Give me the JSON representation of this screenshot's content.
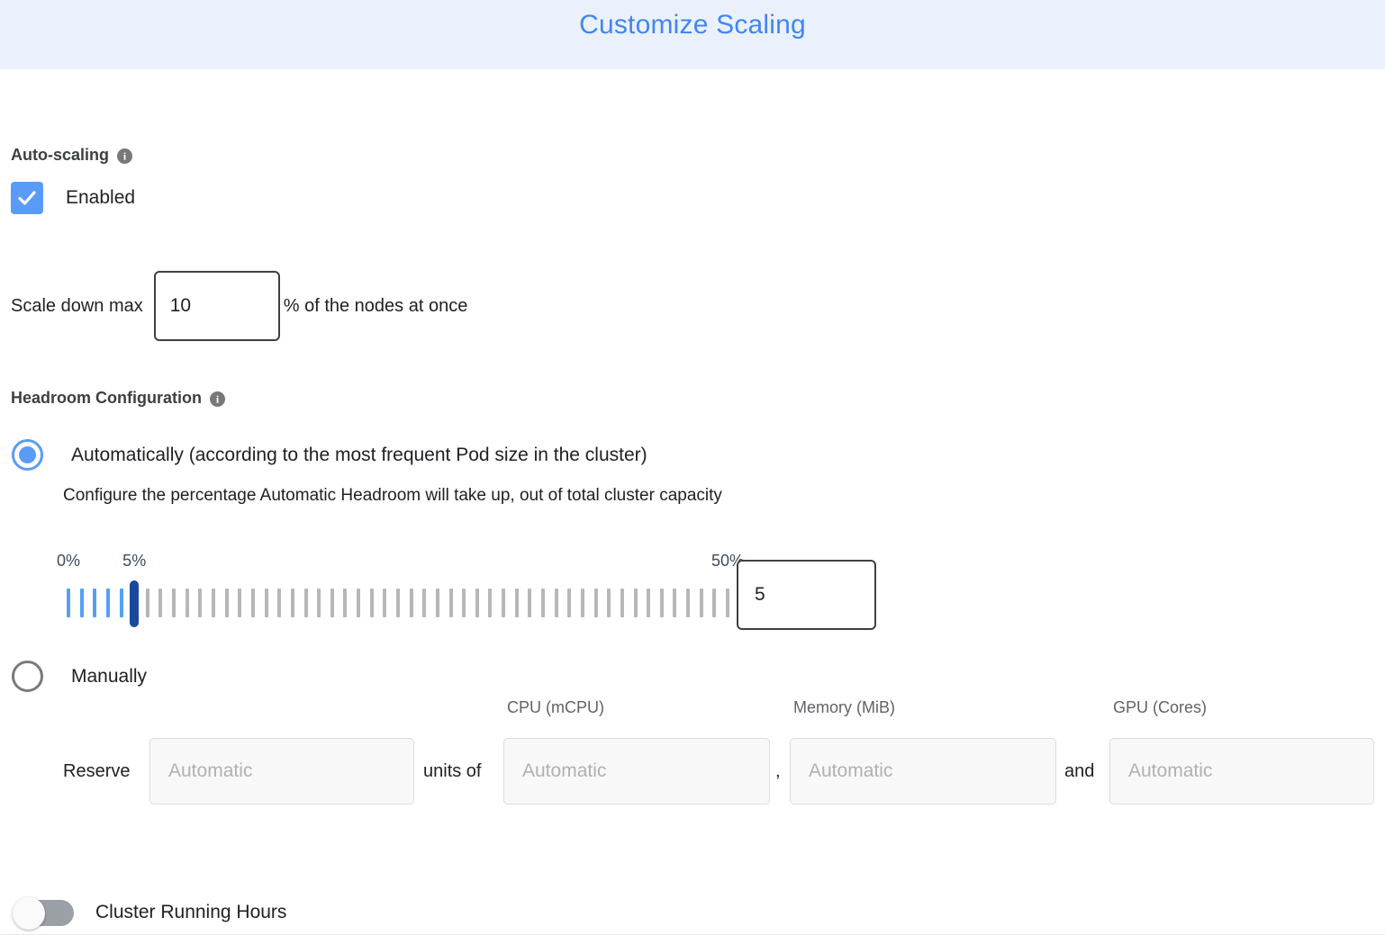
{
  "header": {
    "title": "Customize Scaling",
    "accent_color": "#4285f4",
    "background_color": "#eaf1fd"
  },
  "autoscaling": {
    "title": "Auto-scaling",
    "info_icon": "info-icon",
    "enabled_label": "Enabled",
    "enabled_checked": true,
    "scale_down": {
      "prefix_label": "Scale down max",
      "value": "10",
      "suffix_label": "% of the nodes at once"
    }
  },
  "headroom": {
    "title": "Headroom Configuration",
    "info_icon": "info-icon",
    "options": [
      {
        "id": "automatic",
        "label": "Automatically (according to the most frequent Pod size in the cluster)",
        "selected": true,
        "description": "Configure the percentage Automatic Headroom will take up, out of total cluster capacity"
      },
      {
        "id": "manual",
        "label": "Manually",
        "selected": false
      }
    ],
    "slider": {
      "min": 0,
      "max": 50,
      "value": 5,
      "step": 1,
      "tick_count": 51,
      "labels": [
        {
          "text": "0%",
          "value": 0
        },
        {
          "text": "5%",
          "value": 5
        },
        {
          "text": "50%",
          "value": 50
        }
      ],
      "value_input": "5",
      "filled_color": "#54a0f5",
      "empty_color": "#b7b7b7",
      "thumb_color": "#18499c"
    },
    "manual_reserve": {
      "reserve_label": "Reserve",
      "units_of_label": "units of",
      "comma_label": ",",
      "and_label": "and",
      "fields": [
        {
          "name": "units",
          "column_label": "",
          "placeholder": "Automatic",
          "value": ""
        },
        {
          "name": "cpu",
          "column_label": "CPU (mCPU)",
          "placeholder": "Automatic",
          "value": ""
        },
        {
          "name": "memory",
          "column_label": "Memory (MiB)",
          "placeholder": "Automatic",
          "value": ""
        },
        {
          "name": "gpu",
          "column_label": "GPU (Cores)",
          "placeholder": "Automatic",
          "value": ""
        }
      ]
    }
  },
  "cluster_running_hours": {
    "label": "Cluster Running Hours",
    "enabled": false
  }
}
